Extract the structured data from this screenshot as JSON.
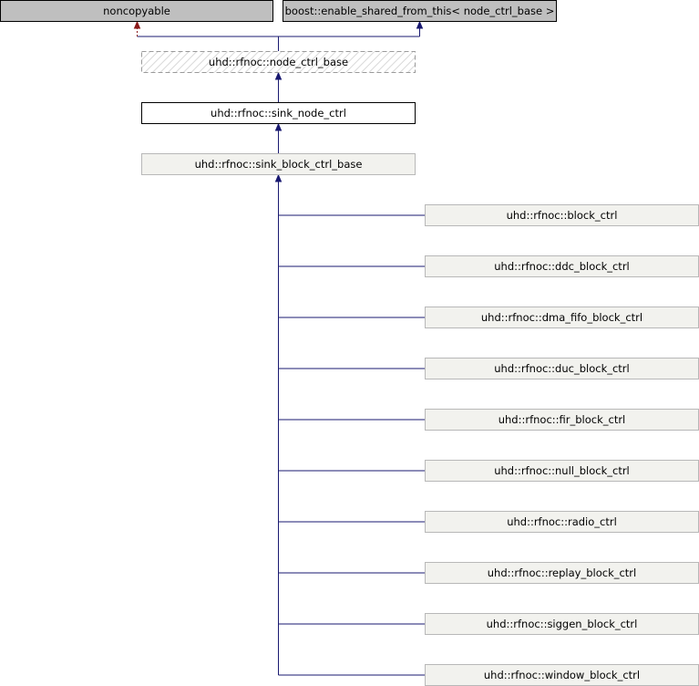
{
  "diagram": {
    "external_bases": [
      {
        "id": "noncopyable",
        "label": "noncopyable",
        "relation": "private"
      },
      {
        "id": "enable_shared",
        "label": "boost::enable_shared_from_this< node_ctrl_base >",
        "relation": "public"
      }
    ],
    "chain": [
      {
        "id": "node_ctrl_base",
        "label": "uhd::rfnoc::node_ctrl_base",
        "style": "hatched"
      },
      {
        "id": "sink_node_ctrl",
        "label": "uhd::rfnoc::sink_node_ctrl",
        "style": "current"
      },
      {
        "id": "sink_block_ctrl_base",
        "label": "uhd::rfnoc::sink_block_ctrl_base",
        "style": "linked"
      }
    ],
    "derived": [
      {
        "id": "block_ctrl",
        "label": "uhd::rfnoc::block_ctrl"
      },
      {
        "id": "ddc_block_ctrl",
        "label": "uhd::rfnoc::ddc_block_ctrl"
      },
      {
        "id": "dma_fifo_block_ctrl",
        "label": "uhd::rfnoc::dma_fifo_block_ctrl"
      },
      {
        "id": "duc_block_ctrl",
        "label": "uhd::rfnoc::duc_block_ctrl"
      },
      {
        "id": "fir_block_ctrl",
        "label": "uhd::rfnoc::fir_block_ctrl"
      },
      {
        "id": "null_block_ctrl",
        "label": "uhd::rfnoc::null_block_ctrl"
      },
      {
        "id": "radio_ctrl",
        "label": "uhd::rfnoc::radio_ctrl"
      },
      {
        "id": "replay_block_ctrl",
        "label": "uhd::rfnoc::replay_block_ctrl"
      },
      {
        "id": "siggen_block_ctrl",
        "label": "uhd::rfnoc::siggen_block_ctrl"
      },
      {
        "id": "window_block_ctrl",
        "label": "uhd::rfnoc::window_block_ctrl"
      }
    ]
  },
  "colors": {
    "public_edge": "#191970",
    "private_edge": "#8b1a1a",
    "external_fill": "#bfbfbf",
    "linked_fill": "#f2f2ee",
    "linked_stroke": "#b8b8b8",
    "hatched_stroke": "#9a9a9a",
    "current_fill": "#ffffff",
    "current_stroke": "#000000"
  }
}
